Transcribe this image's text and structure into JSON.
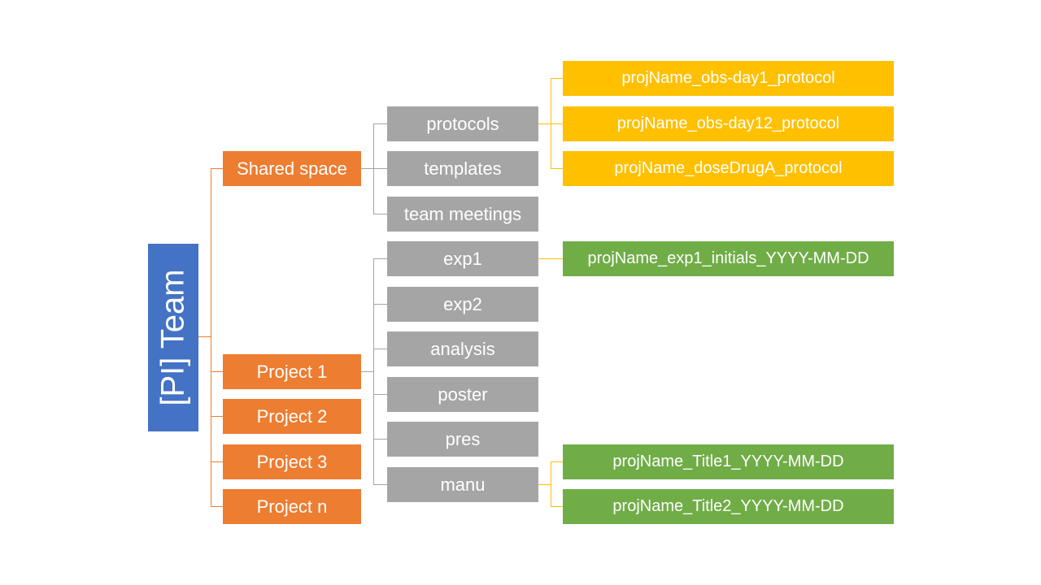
{
  "root": {
    "label": "[PI] Team",
    "color": "#4472c4"
  },
  "level1": {
    "shared_space": "Shared space",
    "project1": "Project 1",
    "project2": "Project 2",
    "project3": "Project 3",
    "projectn": "Project n",
    "color": "#ed7d31"
  },
  "shared_children": {
    "protocols": "protocols",
    "templates": "templates",
    "team_meetings": "team meetings",
    "color": "#a5a5a5"
  },
  "project1_children": {
    "exp1": "exp1",
    "exp2": "exp2",
    "analysis": "analysis",
    "poster": "poster",
    "pres": "pres",
    "manu": "manu"
  },
  "protocol_files": {
    "items": [
      "projName_obs-day1_protocol",
      "projName_obs-day12_protocol",
      "projName_doseDrugA_protocol"
    ],
    "color": "#ffc000"
  },
  "exp1_files": {
    "items": [
      "projName_exp1_initials_YYYY-MM-DD"
    ],
    "color": "#70ad47"
  },
  "manu_files": {
    "items": [
      "projName_Title1_YYYY-MM-DD",
      "projName_Title2_YYYY-MM-DD"
    ],
    "color": "#70ad47"
  }
}
